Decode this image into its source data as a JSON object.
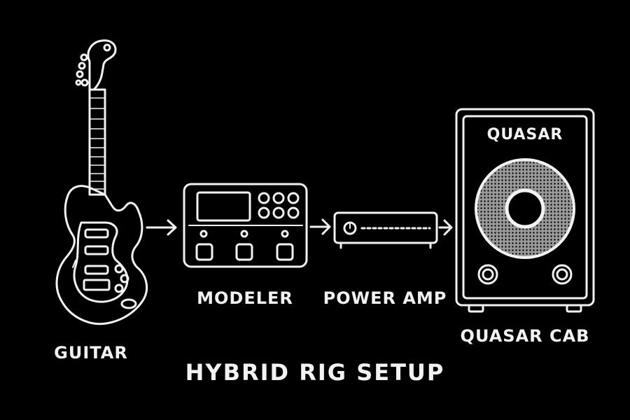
{
  "diagram": {
    "title": "HYBRID RIG SETUP",
    "nodes": [
      {
        "id": "guitar",
        "label": "GUITAR",
        "icon": "electric-guitar-icon"
      },
      {
        "id": "modeler",
        "label": "MODELER",
        "icon": "modeler-pedal-icon"
      },
      {
        "id": "poweramp",
        "label": "POWER AMP",
        "icon": "power-amp-icon"
      },
      {
        "id": "cab",
        "label": "QUASAR CAB",
        "icon": "speaker-cabinet-icon",
        "brand": "QUASAR"
      }
    ],
    "edges": [
      {
        "from": "guitar",
        "to": "modeler"
      },
      {
        "from": "modeler",
        "to": "poweramp"
      },
      {
        "from": "poweramp",
        "to": "cab"
      }
    ],
    "colors": {
      "background": "#000000",
      "stroke": "#f2f2f2"
    }
  }
}
